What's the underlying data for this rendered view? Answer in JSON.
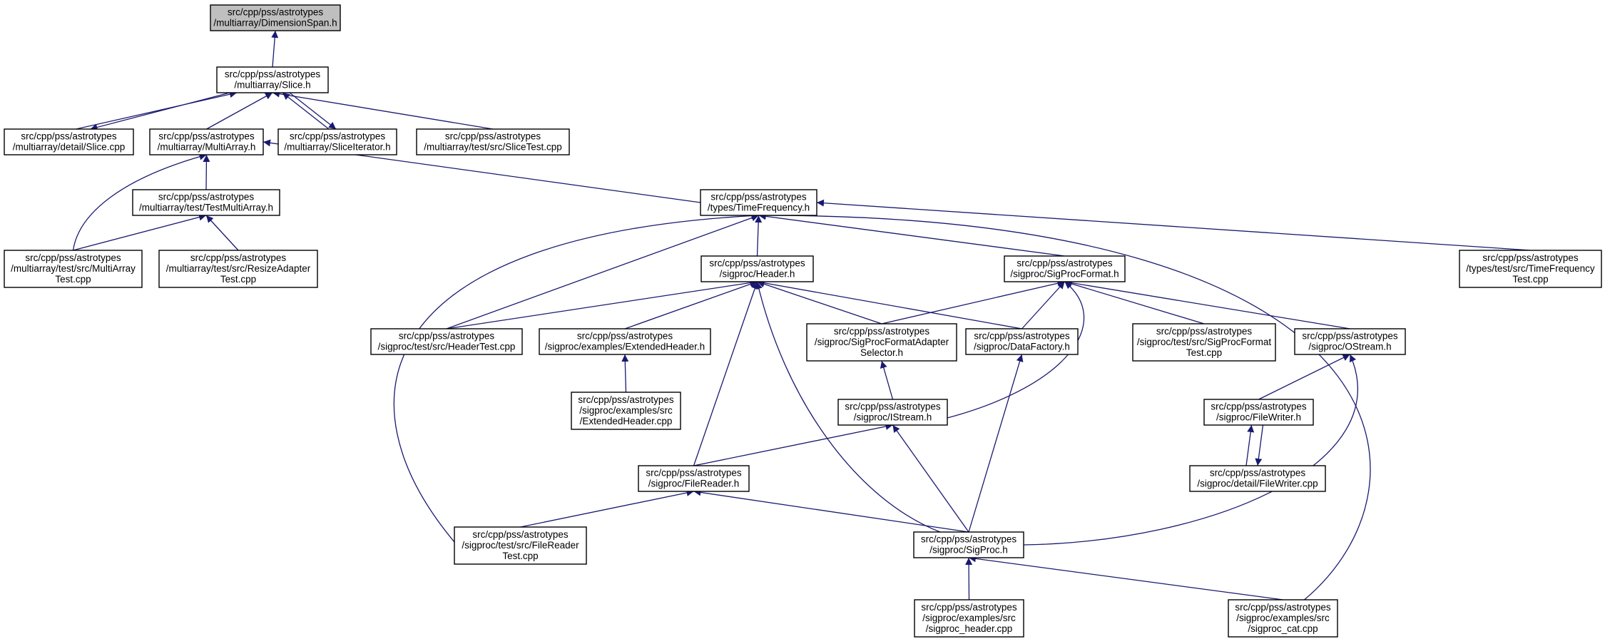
{
  "graph": {
    "edge_color": "#191970",
    "root_fill": "#bfbfbf",
    "nodes": [
      {
        "id": "dimspan",
        "lines": [
          "src/cpp/pss/astrotypes",
          "/multiarray/DimensionSpan.h"
        ],
        "root": true
      },
      {
        "id": "slice_h",
        "lines": [
          "src/cpp/pss/astrotypes",
          "/multiarray/Slice.h"
        ]
      },
      {
        "id": "detail_slice",
        "lines": [
          "src/cpp/pss/astrotypes",
          "/multiarray/detail/Slice.cpp"
        ]
      },
      {
        "id": "multiarray_h",
        "lines": [
          "src/cpp/pss/astrotypes",
          "/multiarray/MultiArray.h"
        ]
      },
      {
        "id": "sliceiter",
        "lines": [
          "src/cpp/pss/astrotypes",
          "/multiarray/SliceIterator.h"
        ]
      },
      {
        "id": "slicetest",
        "lines": [
          "src/cpp/pss/astrotypes",
          "/multiarray/test/src/SliceTest.cpp"
        ]
      },
      {
        "id": "testmulti",
        "lines": [
          "src/cpp/pss/astrotypes",
          "/multiarray/test/TestMultiArray.h"
        ]
      },
      {
        "id": "multitest",
        "lines": [
          "src/cpp/pss/astrotypes",
          "/multiarray/test/src/MultiArray",
          "Test.cpp"
        ]
      },
      {
        "id": "resizetest",
        "lines": [
          "src/cpp/pss/astrotypes",
          "/multiarray/test/src/ResizeAdapter",
          "Test.cpp"
        ]
      },
      {
        "id": "timefreq",
        "lines": [
          "src/cpp/pss/astrotypes",
          "/types/TimeFrequency.h"
        ]
      },
      {
        "id": "tftest",
        "lines": [
          "src/cpp/pss/astrotypes",
          "/types/test/src/TimeFrequency",
          "Test.cpp"
        ]
      },
      {
        "id": "header_h",
        "lines": [
          "src/cpp/pss/astrotypes",
          "/sigproc/Header.h"
        ]
      },
      {
        "id": "spformat",
        "lines": [
          "src/cpp/pss/astrotypes",
          "/sigproc/SigProcFormat.h"
        ]
      },
      {
        "id": "headertest",
        "lines": [
          "src/cpp/pss/astrotypes",
          "/sigproc/test/src/HeaderTest.cpp"
        ]
      },
      {
        "id": "exthdr_h",
        "lines": [
          "src/cpp/pss/astrotypes",
          "/sigproc/examples/ExtendedHeader.h"
        ]
      },
      {
        "id": "adaptsel",
        "lines": [
          "src/cpp/pss/astrotypes",
          "/sigproc/SigProcFormatAdapter",
          "Selector.h"
        ]
      },
      {
        "id": "datafactory",
        "lines": [
          "src/cpp/pss/astrotypes",
          "/sigproc/DataFactory.h"
        ]
      },
      {
        "id": "spftest",
        "lines": [
          "src/cpp/pss/astrotypes",
          "/sigproc/test/src/SigProcFormat",
          "Test.cpp"
        ]
      },
      {
        "id": "ostream",
        "lines": [
          "src/cpp/pss/astrotypes",
          "/sigproc/OStream.h"
        ]
      },
      {
        "id": "exthdr_cpp",
        "lines": [
          "src/cpp/pss/astrotypes",
          "/sigproc/examples/src",
          "/ExtendedHeader.cpp"
        ]
      },
      {
        "id": "istream",
        "lines": [
          "src/cpp/pss/astrotypes",
          "/sigproc/IStream.h"
        ]
      },
      {
        "id": "filewriter_h",
        "lines": [
          "src/cpp/pss/astrotypes",
          "/sigproc/FileWriter.h"
        ]
      },
      {
        "id": "filereader_h",
        "lines": [
          "src/cpp/pss/astrotypes",
          "/sigproc/FileReader.h"
        ]
      },
      {
        "id": "filewriter_cpp",
        "lines": [
          "src/cpp/pss/astrotypes",
          "/sigproc/detail/FileWriter.cpp"
        ]
      },
      {
        "id": "frtest",
        "lines": [
          "src/cpp/pss/astrotypes",
          "/sigproc/test/src/FileReader",
          "Test.cpp"
        ]
      },
      {
        "id": "sigproc_h",
        "lines": [
          "src/cpp/pss/astrotypes",
          "/sigproc/SigProc.h"
        ]
      },
      {
        "id": "sp_header",
        "lines": [
          "src/cpp/pss/astrotypes",
          "/sigproc/examples/src",
          "/sigproc_header.cpp"
        ]
      },
      {
        "id": "sp_cat",
        "lines": [
          "src/cpp/pss/astrotypes",
          "/sigproc/examples/src",
          "/sigproc_cat.cpp"
        ]
      }
    ],
    "edges": [
      {
        "from": "slice_h",
        "to": "dimspan"
      },
      {
        "from": "detail_slice",
        "to": "slice_h"
      },
      {
        "from": "slice_h",
        "to": "detail_slice"
      },
      {
        "from": "multiarray_h",
        "to": "slice_h"
      },
      {
        "from": "sliceiter",
        "to": "slice_h"
      },
      {
        "from": "slice_h",
        "to": "sliceiter"
      },
      {
        "from": "slicetest",
        "to": "slice_h"
      },
      {
        "from": "testmulti",
        "to": "multiarray_h"
      },
      {
        "from": "multitest",
        "to": "multiarray_h"
      },
      {
        "from": "timefreq",
        "to": "multiarray_h"
      },
      {
        "from": "multitest",
        "to": "testmulti"
      },
      {
        "from": "resizetest",
        "to": "testmulti"
      },
      {
        "from": "header_h",
        "to": "timefreq"
      },
      {
        "from": "spformat",
        "to": "timefreq"
      },
      {
        "from": "headertest",
        "to": "timefreq"
      },
      {
        "from": "frtest",
        "to": "timefreq"
      },
      {
        "from": "sp_cat",
        "to": "timefreq"
      },
      {
        "from": "tftest",
        "to": "timefreq"
      },
      {
        "from": "headertest",
        "to": "header_h"
      },
      {
        "from": "exthdr_h",
        "to": "header_h"
      },
      {
        "from": "adaptsel",
        "to": "header_h"
      },
      {
        "from": "datafactory",
        "to": "header_h"
      },
      {
        "from": "filereader_h",
        "to": "header_h"
      },
      {
        "from": "sigproc_h",
        "to": "header_h"
      },
      {
        "from": "adaptsel",
        "to": "spformat"
      },
      {
        "from": "datafactory",
        "to": "spformat"
      },
      {
        "from": "istream",
        "to": "spformat"
      },
      {
        "from": "spftest",
        "to": "spformat"
      },
      {
        "from": "ostream",
        "to": "spformat"
      },
      {
        "from": "exthdr_cpp",
        "to": "exthdr_h"
      },
      {
        "from": "istream",
        "to": "adaptsel"
      },
      {
        "from": "sigproc_h",
        "to": "datafactory"
      },
      {
        "from": "filereader_h",
        "to": "istream"
      },
      {
        "from": "sigproc_h",
        "to": "istream"
      },
      {
        "from": "filewriter_h",
        "to": "ostream"
      },
      {
        "from": "sigproc_h",
        "to": "ostream"
      },
      {
        "from": "filewriter_cpp",
        "to": "filewriter_h"
      },
      {
        "from": "filewriter_h",
        "to": "filewriter_cpp"
      },
      {
        "from": "frtest",
        "to": "filereader_h"
      },
      {
        "from": "sigproc_h",
        "to": "filereader_h"
      },
      {
        "from": "sp_header",
        "to": "sigproc_h"
      },
      {
        "from": "sp_cat",
        "to": "sigproc_h"
      }
    ]
  }
}
